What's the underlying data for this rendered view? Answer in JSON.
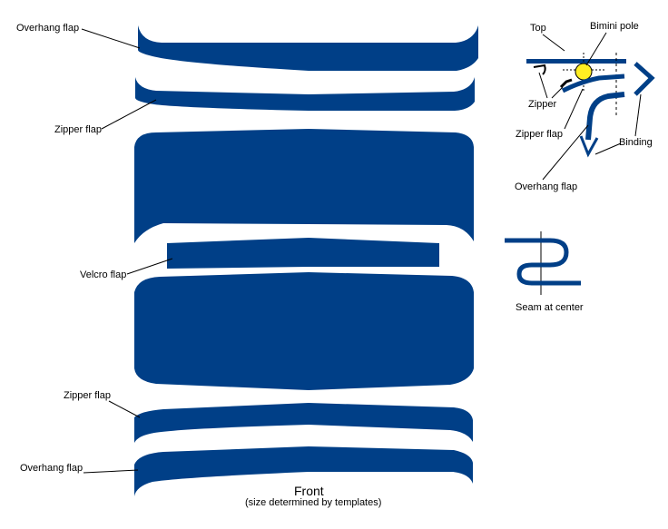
{
  "colors": {
    "fabric": "#003f87",
    "pole": "#ffee22",
    "line": "#000000"
  },
  "labels": {
    "overhang_flap_top": "Overhang flap",
    "zipper_flap_top": "Zipper flap",
    "velcro_flap": "Velcro flap",
    "zipper_flap_bottom": "Zipper flap",
    "overhang_flap_bottom": "Overhang flap"
  },
  "caption": {
    "title": "Front",
    "subtitle": "(size determined by templates)"
  },
  "detail": {
    "top": "Top",
    "bimini_pole": "Bimini pole",
    "zipper": "Zipper",
    "zipper_flap": "Zipper flap",
    "binding": "Binding",
    "overhang_flap": "Overhang flap"
  },
  "seam": {
    "label": "Seam at center"
  }
}
